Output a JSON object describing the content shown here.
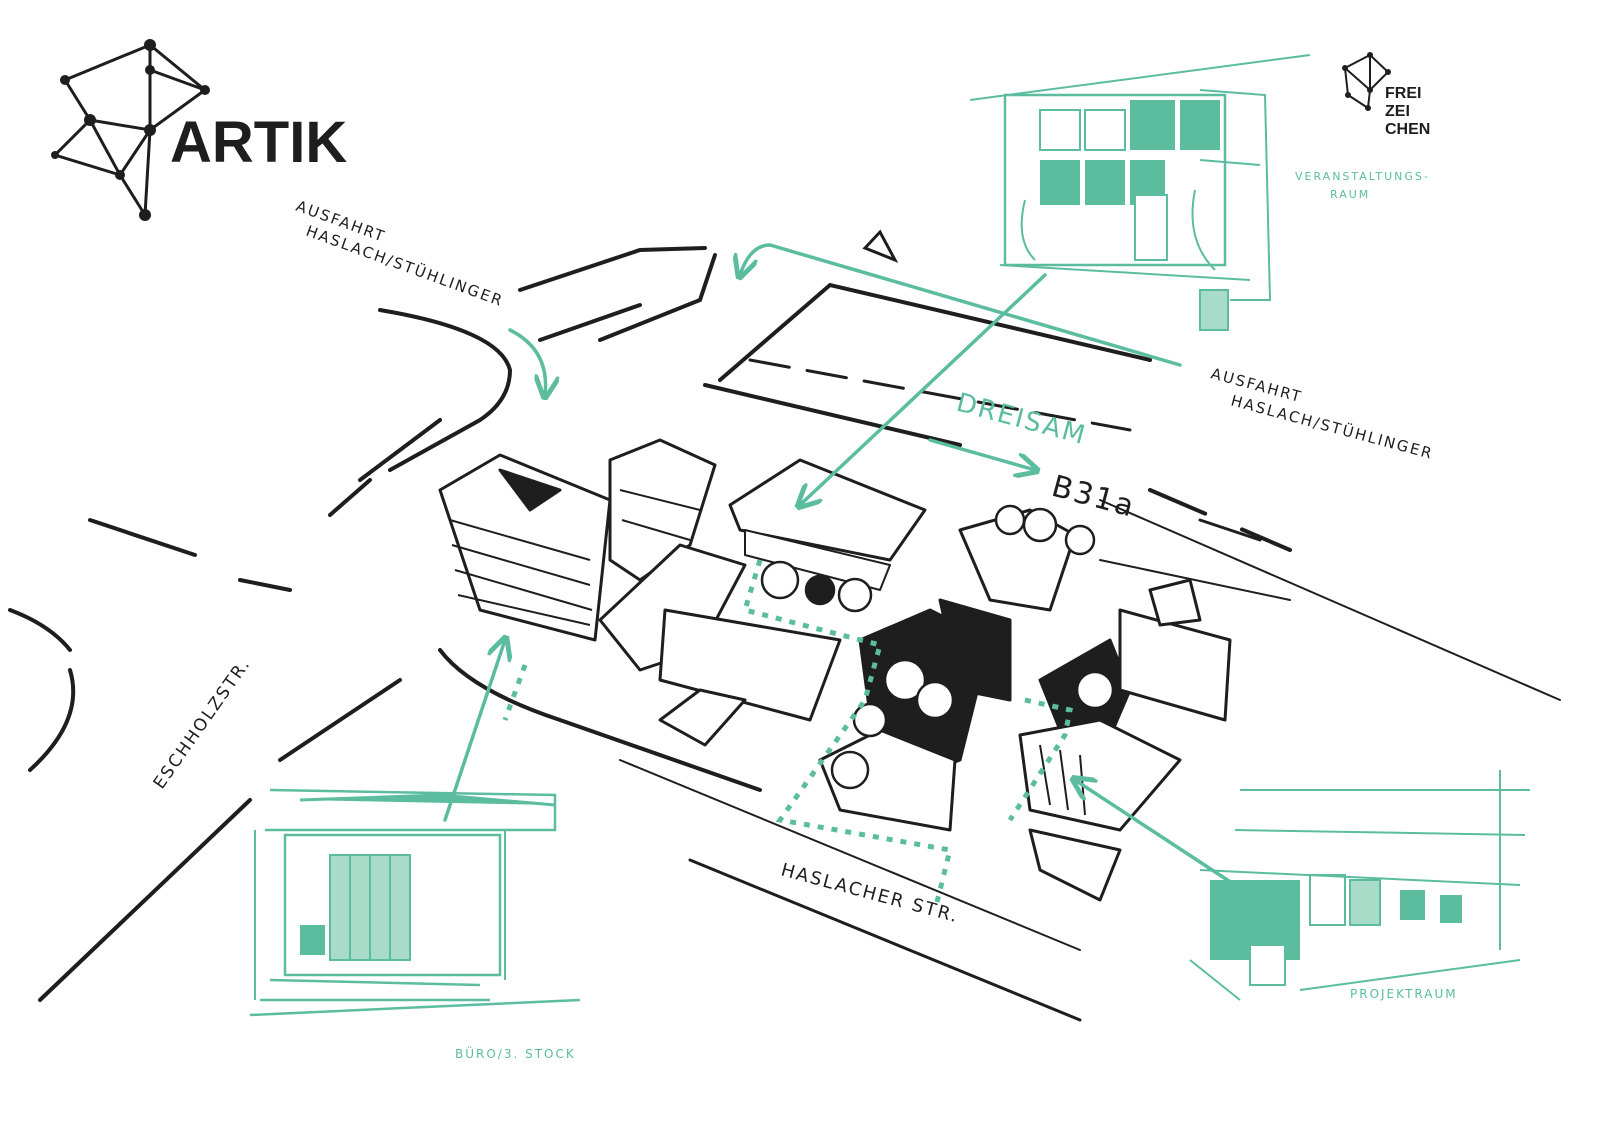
{
  "logos": {
    "artik": {
      "text": "ARTIK"
    },
    "freizeichen": {
      "lines": [
        "FREI",
        "ZEI",
        "CHEN"
      ]
    }
  },
  "labels": {
    "exit_north": [
      "AUSFAHRT",
      "HASLACH/STÜHLINGER"
    ],
    "exit_east": [
      "AUSFAHRT",
      "HASLACH/STÜHLINGER"
    ],
    "river": "DREISAM",
    "highway": "B31a",
    "street_west": "ESCHHOLZSTR.",
    "street_south": "HASLACHER STR.",
    "event_space": [
      "VERANSTALTUNGS-",
      "RAUM"
    ],
    "office": "BÜRO/3. STOCK",
    "project_space": "PROJEKTRAUM"
  },
  "colors": {
    "ink": "#1e1e1e",
    "accent": "#5bbd9e",
    "accent_light": "#a8dcc8",
    "background": "#ffffff"
  }
}
